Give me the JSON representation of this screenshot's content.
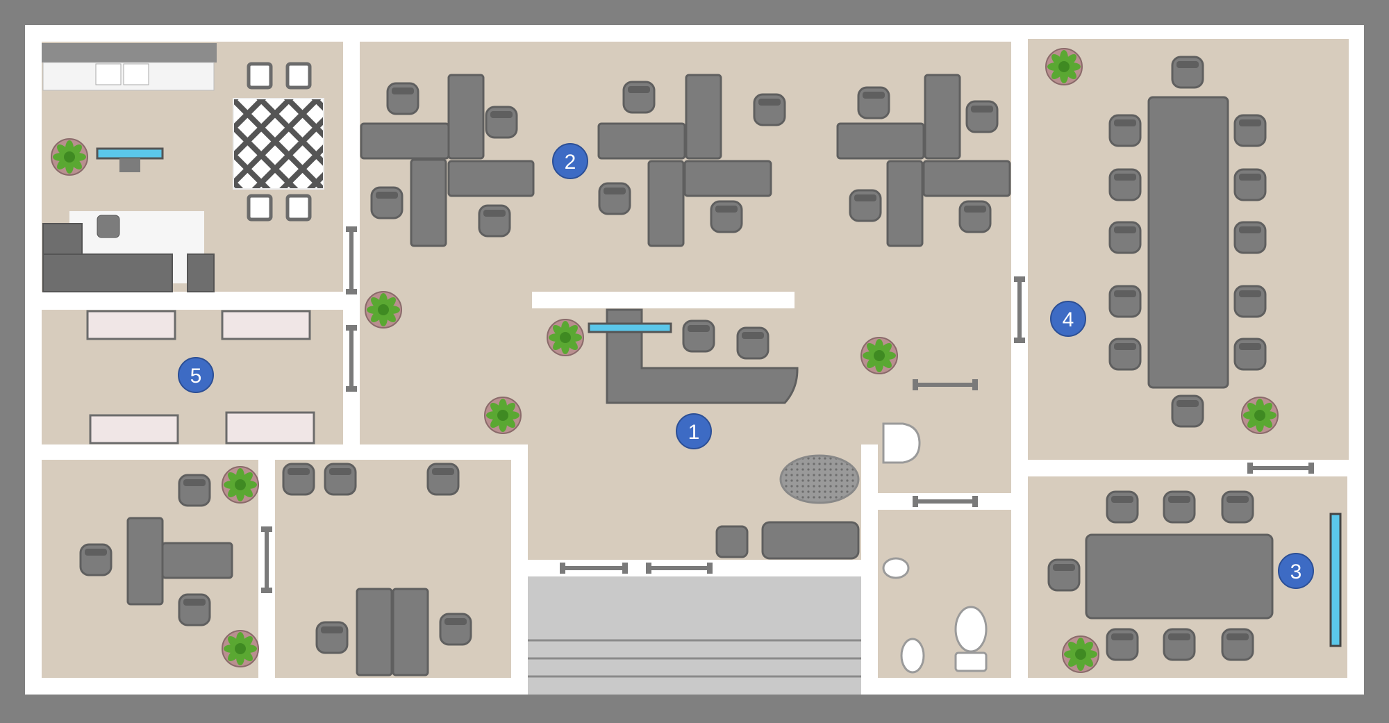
{
  "diagram": {
    "type": "office-floor-plan",
    "colors": {
      "frame": "#808080",
      "floor": "#d7ccbd",
      "wall": "#ffffff",
      "furniture": "#7c7c7c",
      "furniture_dark": "#5f5f5f",
      "marker": "#3d6bc4",
      "plant": "#5aa832",
      "stairs": "#c9c9c9"
    },
    "zones": [
      {
        "number": "1",
        "area": "reception-desk"
      },
      {
        "number": "2",
        "area": "open-workspace"
      },
      {
        "number": "3",
        "area": "meeting-room"
      },
      {
        "number": "4",
        "area": "conference-room"
      },
      {
        "number": "5",
        "area": "library"
      }
    ]
  }
}
